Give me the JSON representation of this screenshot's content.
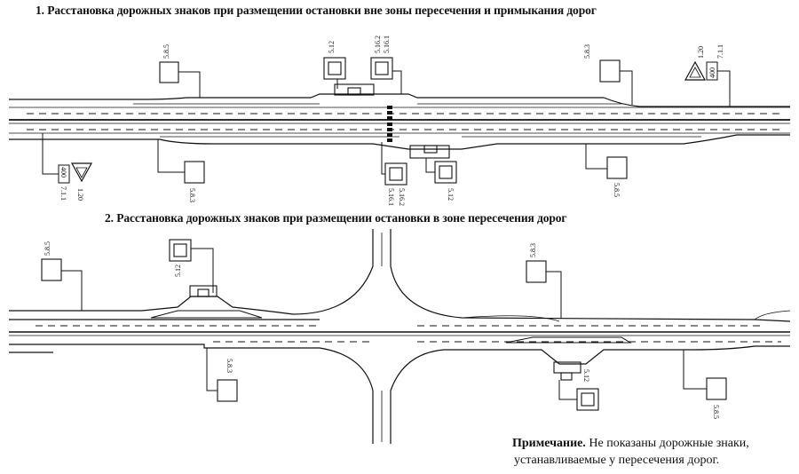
{
  "titles": {
    "scheme1": "1. Расстановка дорожных знаков при размещении остановки вне зоны пересечения и примыкания дорог",
    "scheme2": "2. Расстановка дорожных знаков при размещении остановки в зоне пересечения дорог"
  },
  "note": {
    "label": "Примечание.",
    "text_line1": " Не показаны дорожные знаки,",
    "text_line2": "устанавливаемые у пересечения дорог."
  },
  "signs": {
    "s1_585_top": "5.8.5",
    "s1_512_top": "5.12",
    "s1_5162_top": "5.16.2",
    "s1_5161_top": "5.16.1",
    "s1_583_top": "5.8.3",
    "s1_120_top": "1.20",
    "s1_400_top": "400",
    "s1_711_top": "7.1.1",
    "s1_400_bot": "400",
    "s1_711_bot": "7.1.1",
    "s1_120_bot": "1.20",
    "s1_583_bot": "5.8.3",
    "s1_5161_bot": "5.16.1",
    "s1_5162_bot": "5.16.2",
    "s1_512_bot": "5.12",
    "s1_585_bot": "5.8.5",
    "s2_585_top": "5.8.5",
    "s2_512_top": "5.12",
    "s2_583_top": "5.8.3",
    "s2_583_bot": "5.8.3",
    "s2_512_bot": "5.12",
    "s2_585_bot": "5.8.5"
  }
}
